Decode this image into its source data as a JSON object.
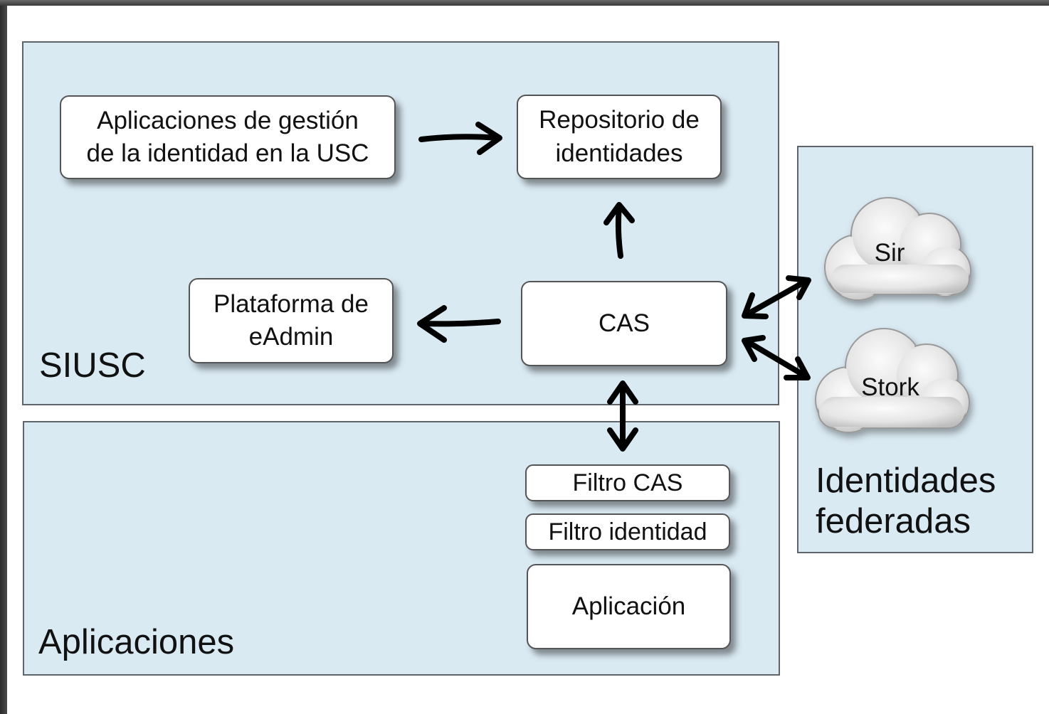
{
  "zones": {
    "siusc": "SIUSC",
    "aplicaciones": "Aplicaciones",
    "identidades": "Identidades\nfederadas"
  },
  "nodes": {
    "gestion": "Aplicaciones de gestión\nde la identidad en la USC",
    "repositorio": "Repositorio de\nidentidades",
    "plataforma": "Plataforma de\neAdmin",
    "cas": "CAS",
    "filtro_cas": "Filtro CAS",
    "filtro_identidad": "Filtro identidad",
    "aplicacion": "Aplicación"
  },
  "clouds": {
    "sir": "Sir",
    "stork": "Stork"
  },
  "colors": {
    "zone_fill": "#daeaf3",
    "zone_border": "#5f6468",
    "box_fill": "#ffffff",
    "arrow": "#000000",
    "cloud_fill": "#ececec"
  }
}
